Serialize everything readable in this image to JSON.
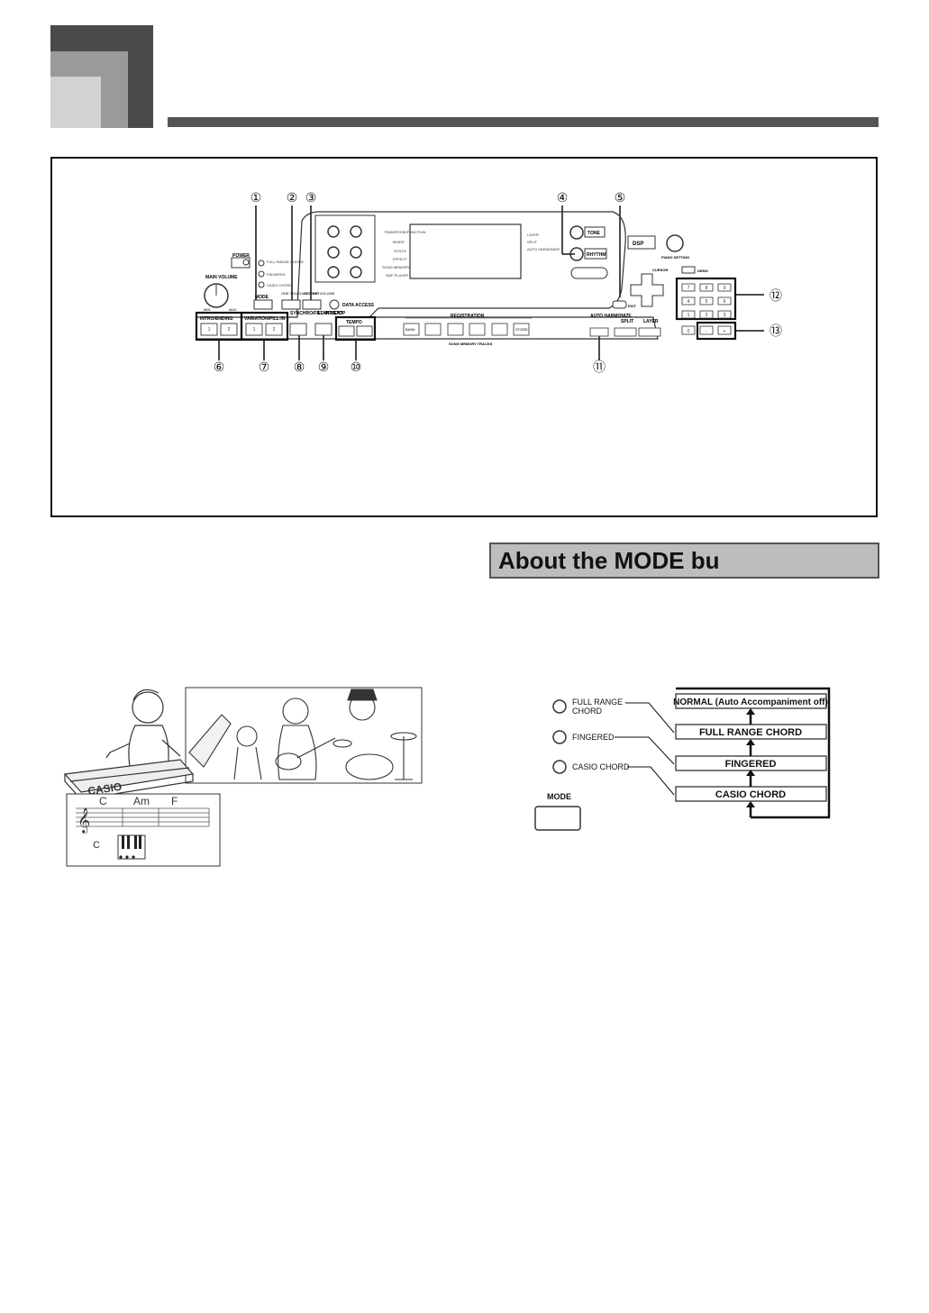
{
  "section_heading": "About the MODE bu",
  "callouts": [
    "①",
    "②",
    "③",
    "④",
    "⑤",
    "⑥",
    "⑦",
    "⑧",
    "⑨",
    "⑩",
    "⑪",
    "⑫",
    "⑬"
  ],
  "panel": {
    "power": "POWER",
    "main_volume": "MAIN VOLUME",
    "min": "MIN",
    "max": "MAX",
    "mode": "MODE",
    "mode_leds": [
      "FULL RANGE CHORD",
      "FINGERED",
      "CASIO CHORD"
    ],
    "one_touch": "ONE TOUCH SETTING",
    "accomp_volume": "ACCOMP VOLUME",
    "data_access": "DATA ACCESS",
    "display_left": [
      "TRANSPOSE/FUNCTION",
      "MIXER",
      "SYNTH",
      "EFFECT",
      "SONG MEMORY",
      "SMF PLAYER"
    ],
    "display_right": [
      "LAYER",
      "SPLIT",
      "AUTO HARMONIZE"
    ],
    "tone": "TONE",
    "rhythm": "RHYTHM",
    "dsp": "DSP",
    "piano_setting": "PIANO SETTING",
    "demo": "DEMO",
    "cursor": "CURSOR",
    "exit": "EXIT",
    "intro_ending": "INTRO/ENDING",
    "variation_fill": "VARIATION/FILL-IN",
    "synchro": "SYNCHRO/FILL-IN NEXT",
    "start_stop": "START/STOP",
    "tempo": "TEMPO",
    "registration": "REGISTRATION",
    "bank": "BANK",
    "store": "STORE",
    "song_memory_tracks": "SONG MEMORY TRACKS",
    "auto_harmonize": "AUTO HARMONIZE",
    "split": "SPLIT",
    "layer": "LAYER",
    "numpad": [
      "7",
      "8",
      "9",
      "4",
      "5",
      "6",
      "1",
      "2",
      "3",
      "0",
      "-",
      "+"
    ],
    "one_two": [
      "1",
      "2"
    ]
  },
  "illustration": {
    "brand": "CASIO",
    "chords": [
      "C",
      "Am",
      "F"
    ],
    "bass_note": "C"
  },
  "mode_diagram": {
    "led_labels": [
      "FULL RANGE CHORD",
      "FINGERED",
      "CASIO CHORD"
    ],
    "button_label": "MODE",
    "states": [
      "NORMAL (Auto Accompaniment off)",
      "FULL RANGE CHORD",
      "FINGERED",
      "CASIO CHORD"
    ]
  }
}
